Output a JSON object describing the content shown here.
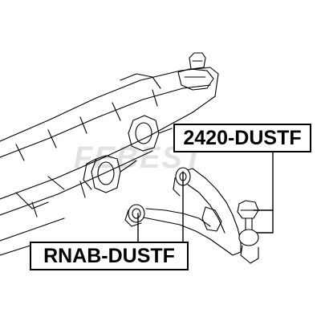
{
  "diagram": {
    "watermark": "FEBEST",
    "part_labels": [
      {
        "id": "top",
        "text": "2420-DUSTF"
      },
      {
        "id": "bottom",
        "text": "RNAB-DUSTF"
      }
    ]
  },
  "colors": {
    "line": "#000000",
    "background": "#ffffff",
    "watermark": "#e2e2e2"
  }
}
